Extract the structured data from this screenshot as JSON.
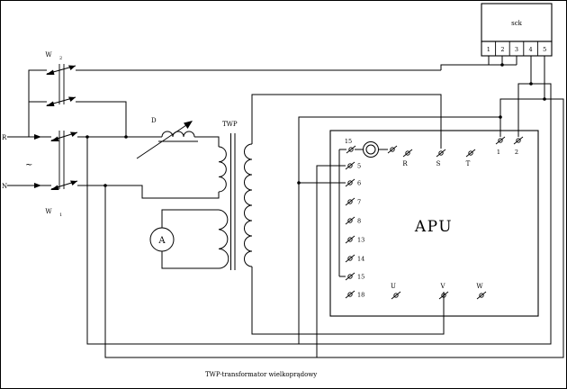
{
  "connector": {
    "label": "sck",
    "pins": [
      "1",
      "2",
      "3",
      "4",
      "5"
    ]
  },
  "supply": {
    "phase": "R",
    "neutral": "N",
    "ac": "~"
  },
  "switches": {
    "w1": {
      "base": "W",
      "sub": "1"
    },
    "w2": {
      "base": "W",
      "sub": "2"
    }
  },
  "components": {
    "inductor": "D",
    "transformer": "TWP",
    "ammeter": "A"
  },
  "apu": {
    "label": "APU",
    "lamp_terminal": "15",
    "left_terminals": [
      "5",
      "6",
      "7",
      "8",
      "13",
      "14",
      "15",
      "18"
    ],
    "top_terminals": [
      "R",
      "S",
      "T"
    ],
    "aux_terminals": [
      "1",
      "2"
    ],
    "bottom_terminals": [
      "U",
      "V",
      "W"
    ]
  },
  "caption": "TWP-transformator wielkoprądowy"
}
